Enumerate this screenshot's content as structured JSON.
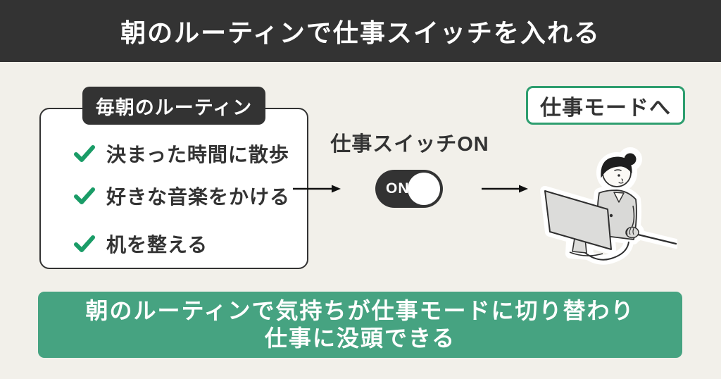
{
  "header": {
    "title": "朝のルーティンで仕事スイッチを入れる"
  },
  "routine_card": {
    "badge": "毎朝のルーティン",
    "items": [
      {
        "icon": "check-icon",
        "label": "決まった時間に散歩"
      },
      {
        "icon": "check-icon",
        "label": "好きな音楽をかける"
      },
      {
        "icon": "check-icon",
        "label": "机を整える"
      }
    ]
  },
  "switch_section": {
    "label": "仕事スイッチON",
    "toggle_state": "ON"
  },
  "work_mode": {
    "label": "仕事モードへ",
    "illustration": "woman-working-at-computer"
  },
  "footer_banner": {
    "line1": "朝のルーティンで気持ちが仕事モードに切り替わり",
    "line2": "仕事に没頭できる"
  },
  "colors": {
    "header_bg": "#333333",
    "background": "#f2f0ea",
    "card_bg": "#ffffff",
    "banner_green": "#46a381",
    "accent_green": "#2e9e6f",
    "check_green": "#1a9c67",
    "text_dark": "#333333",
    "text_white": "#ffffff"
  }
}
